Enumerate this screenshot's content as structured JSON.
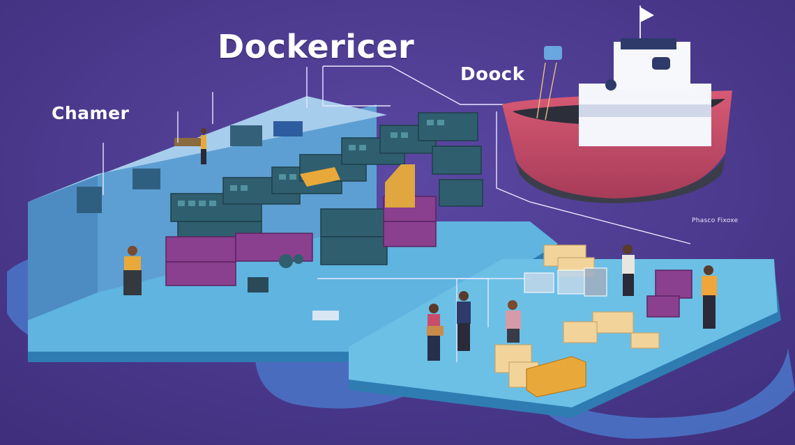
{
  "labels": {
    "title": "Dockericer",
    "left_label": "Chamer",
    "ship_label": "Doock",
    "right_caption": "Phasco Fixoxe"
  },
  "colors": {
    "background": "#4e3b8c",
    "background_dark": "#3d2d78",
    "platform_top": "#5fb4e0",
    "platform_side": "#2f7cb3",
    "warehouse_top": "#a7cdec",
    "warehouse_front": "#5d9fd2",
    "container_teal": "#2f5f6e",
    "container_purple": "#8a3f8f",
    "crate_wood": "#f2d49a",
    "ship_hull": "#c94d6a",
    "ship_deck": "#f4f6fb",
    "water": "#4a7fc8"
  },
  "icons": [
    "cargo-ship-icon",
    "shipping-container-stack-icon",
    "wooden-crate-icon",
    "server-rack-icon",
    "worker-person-icon",
    "flag-icon"
  ]
}
